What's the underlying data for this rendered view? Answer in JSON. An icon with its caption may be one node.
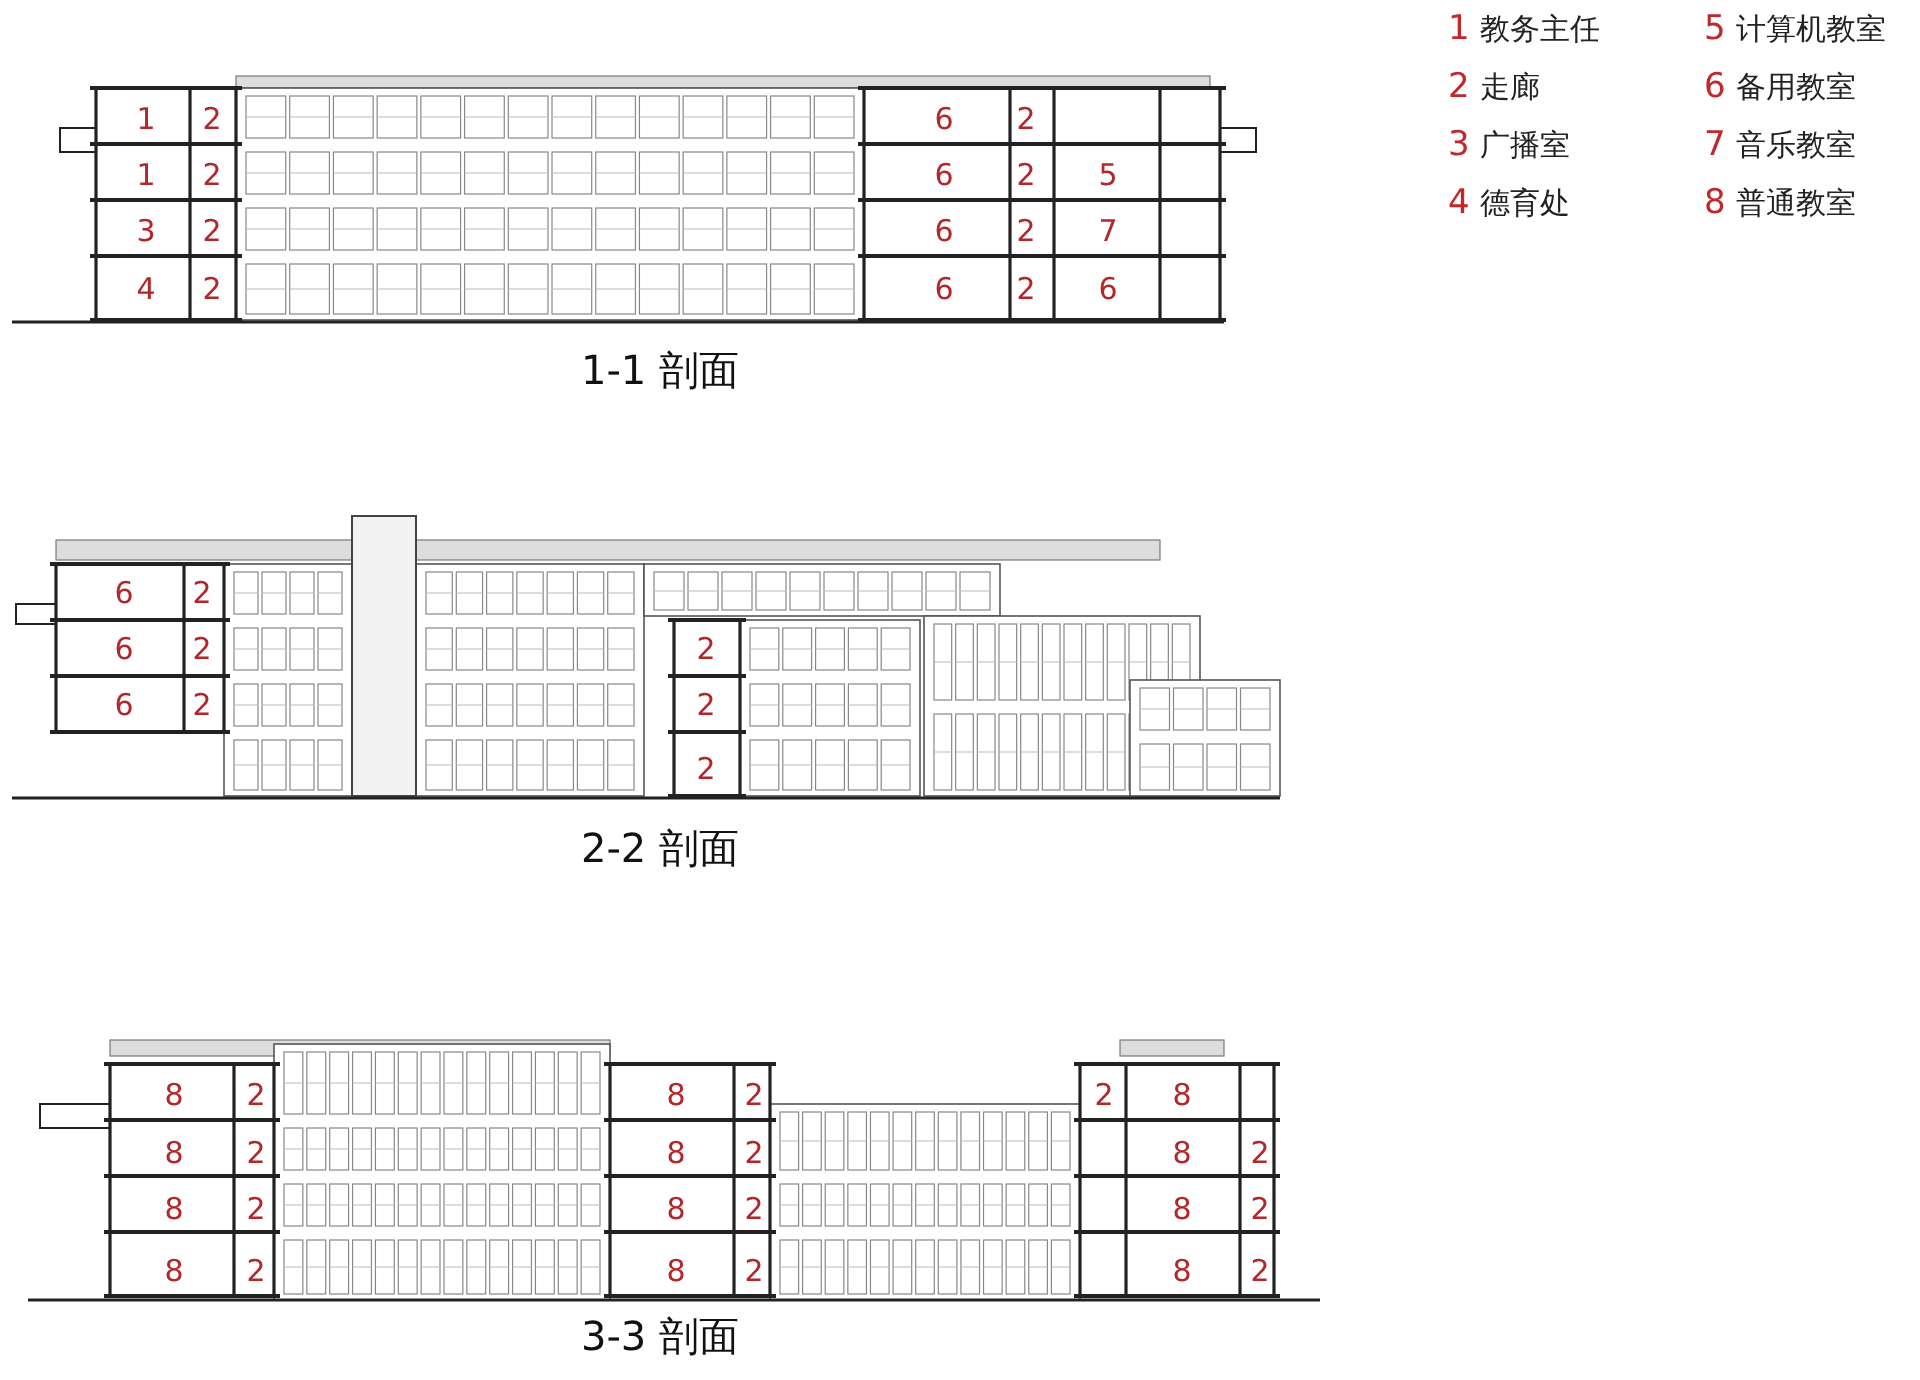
{
  "diagram": {
    "labels": [
      "1",
      "教务主任",
      "5",
      "计算机教室",
      "2",
      "走廊",
      "6",
      "备用教室",
      "3",
      "广播室",
      "7",
      "音乐教室",
      "4",
      "德育处",
      "8",
      "普通教室",
      "1",
      "2",
      "6",
      "2",
      "1",
      "2",
      "6",
      "2",
      "5",
      "3",
      "2",
      "6",
      "2",
      "7",
      "4",
      "2",
      "6",
      "2",
      "6",
      "1-1 剖面",
      "6",
      "2",
      "6",
      "2",
      "2",
      "6",
      "2",
      "2",
      "2",
      "2-2 剖面",
      "8",
      "2",
      "8",
      "2",
      "2",
      "8",
      "8",
      "2",
      "8",
      "2",
      "8",
      "2",
      "8",
      "2",
      "8",
      "2",
      "8",
      "2",
      "8",
      "2",
      "8",
      "2",
      "8",
      "2",
      "3-3 剖面"
    ]
  }
}
